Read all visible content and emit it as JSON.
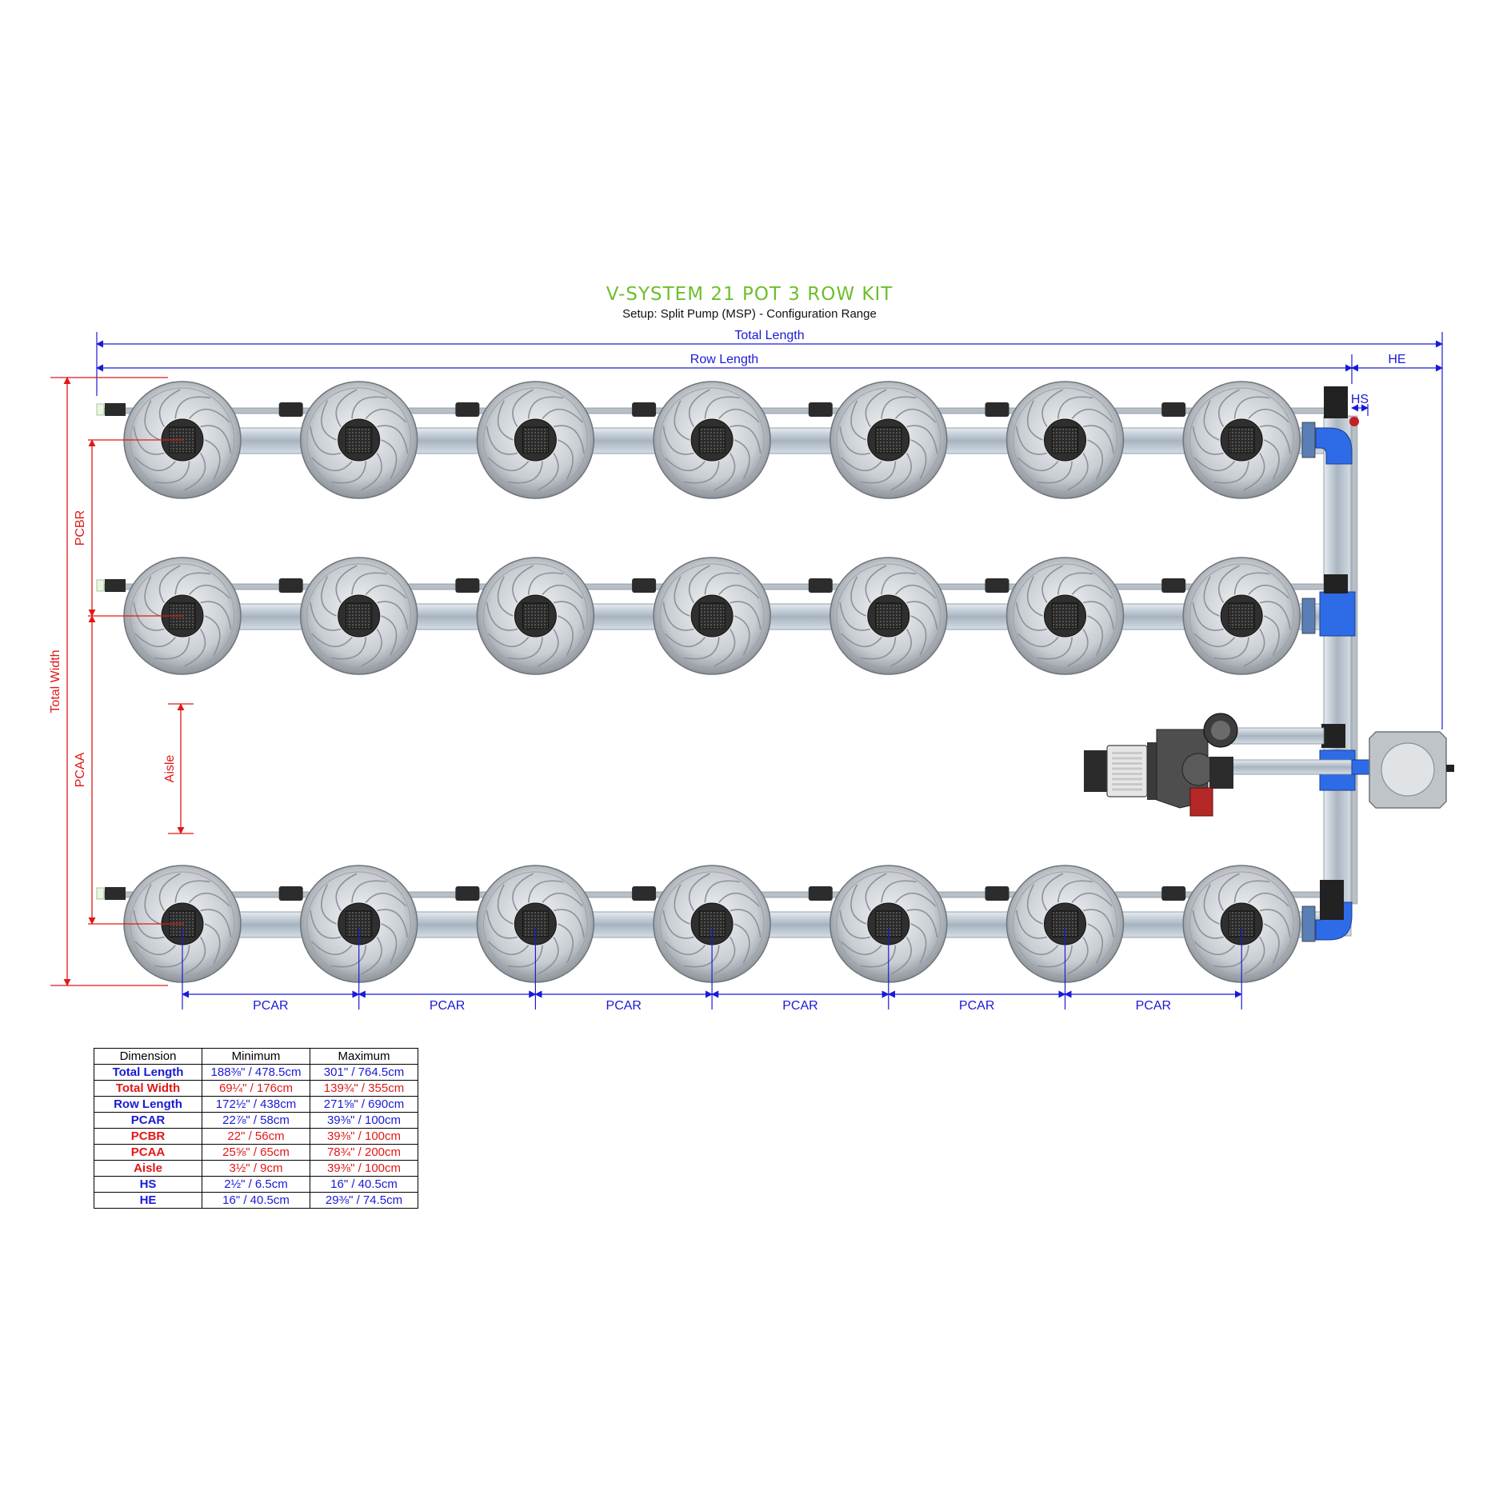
{
  "header": {
    "title": "V-SYSTEM 21 POT 3 ROW KIT",
    "subtitle": "Setup: Split Pump (MSP) - Configuration Range"
  },
  "colors": {
    "title_green": "#6dbf2a",
    "dim_blue": "#1a1ad6",
    "dim_red": "#e01818",
    "pipe_blue": "#2e6be6"
  },
  "labels": {
    "total_length": "Total Length",
    "row_length": "Row Length",
    "he": "HE",
    "hs": "HS",
    "total_width": "Total Width",
    "pcbr": "PCBR",
    "pcaa": "PCAA",
    "aisle": "Aisle",
    "pcar": "PCAR"
  },
  "layout": {
    "rows": 3,
    "pots_per_row": 7,
    "pcar_label_count": 6
  },
  "table": {
    "headers": [
      "Dimension",
      "Minimum",
      "Maximum"
    ],
    "rows": [
      {
        "dimension": "Total Length",
        "min": "188⅜\" / 478.5cm",
        "max": "301\" / 764.5cm",
        "color": "blue"
      },
      {
        "dimension": "Total Width",
        "min": "69¼\" / 176cm",
        "max": "139¾\" / 355cm",
        "color": "red"
      },
      {
        "dimension": "Row Length",
        "min": "172½\" / 438cm",
        "max": "271⅝\" / 690cm",
        "color": "blue"
      },
      {
        "dimension": "PCAR",
        "min": "22⅞\" / 58cm",
        "max": "39⅜\" / 100cm",
        "color": "blue"
      },
      {
        "dimension": "PCBR",
        "min": "22\" / 56cm",
        "max": "39⅜\" / 100cm",
        "color": "red"
      },
      {
        "dimension": "PCAA",
        "min": "25⅝\" / 65cm",
        "max": "78¾\" / 200cm",
        "color": "red"
      },
      {
        "dimension": "Aisle",
        "min": "3½\" / 9cm",
        "max": "39⅜\" / 100cm",
        "color": "red"
      },
      {
        "dimension": "HS",
        "min": "2½\" / 6.5cm",
        "max": "16\" / 40.5cm",
        "color": "blue"
      },
      {
        "dimension": "HE",
        "min": "16\" / 40.5cm",
        "max": "29⅜\" / 74.5cm",
        "color": "blue"
      }
    ]
  }
}
